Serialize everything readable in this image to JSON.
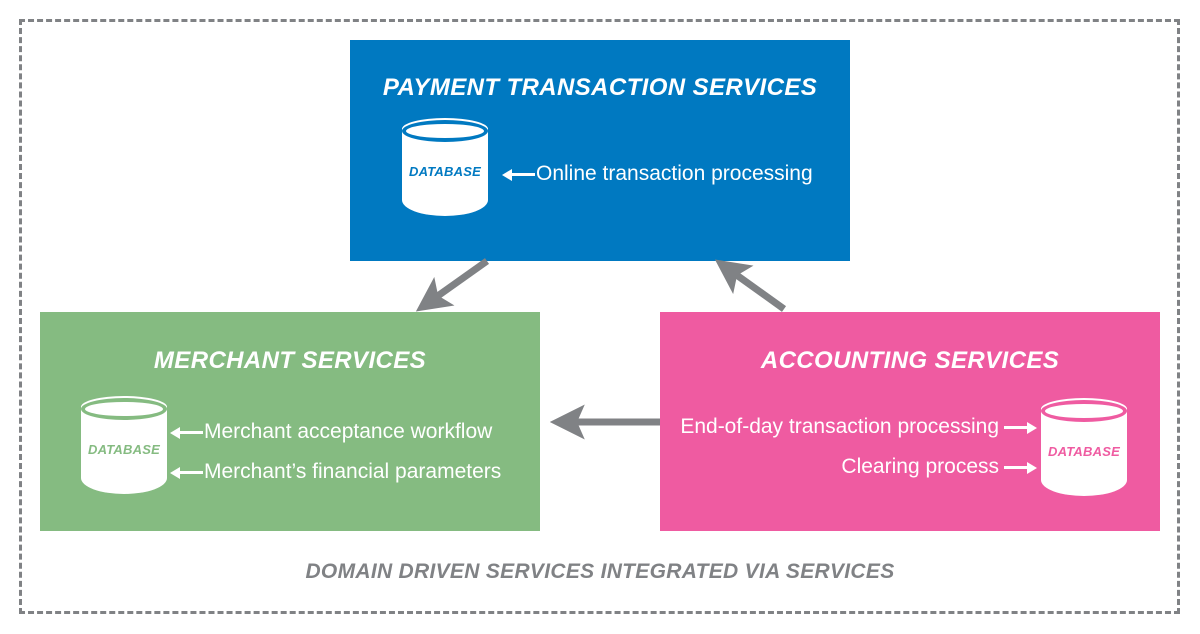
{
  "diagram": {
    "caption": "DOMAIN DRIVEN SERVICES INTEGRATED VIA SERVICES",
    "colors": {
      "payment": "#0079c1",
      "merchant": "#85bb81",
      "accounting": "#ef5ba1",
      "arrow": "#808285",
      "frame": "#808285",
      "text_on_box": "#ffffff"
    },
    "boxes": [
      {
        "id": "payment-transaction-services",
        "title": "PAYMENT TRANSACTION SERVICES",
        "database_label": "DATABASE",
        "items": [
          {
            "text": "Online transaction processing",
            "arrow": "left"
          }
        ]
      },
      {
        "id": "merchant-services",
        "title": "MERCHANT SERVICES",
        "database_label": "DATABASE",
        "items": [
          {
            "text": "Merchant acceptance workflow",
            "arrow": "left"
          },
          {
            "text": "Merchant’s financial parameters",
            "arrow": "left"
          }
        ]
      },
      {
        "id": "accounting-services",
        "title": "ACCOUNTING SERVICES",
        "database_label": "DATABASE",
        "items": [
          {
            "text": "End-of-day transaction processing",
            "arrow": "right"
          },
          {
            "text": "Clearing process",
            "arrow": "right"
          }
        ]
      }
    ],
    "connectors": [
      {
        "id": "payment-to-merchant",
        "from": "payment-transaction-services",
        "to": "merchant-services",
        "direction": "down-left"
      },
      {
        "id": "accounting-to-payment",
        "from": "accounting-services",
        "to": "payment-transaction-services",
        "direction": "up-left"
      },
      {
        "id": "accounting-to-merchant",
        "from": "accounting-services",
        "to": "merchant-services",
        "direction": "left"
      }
    ]
  }
}
